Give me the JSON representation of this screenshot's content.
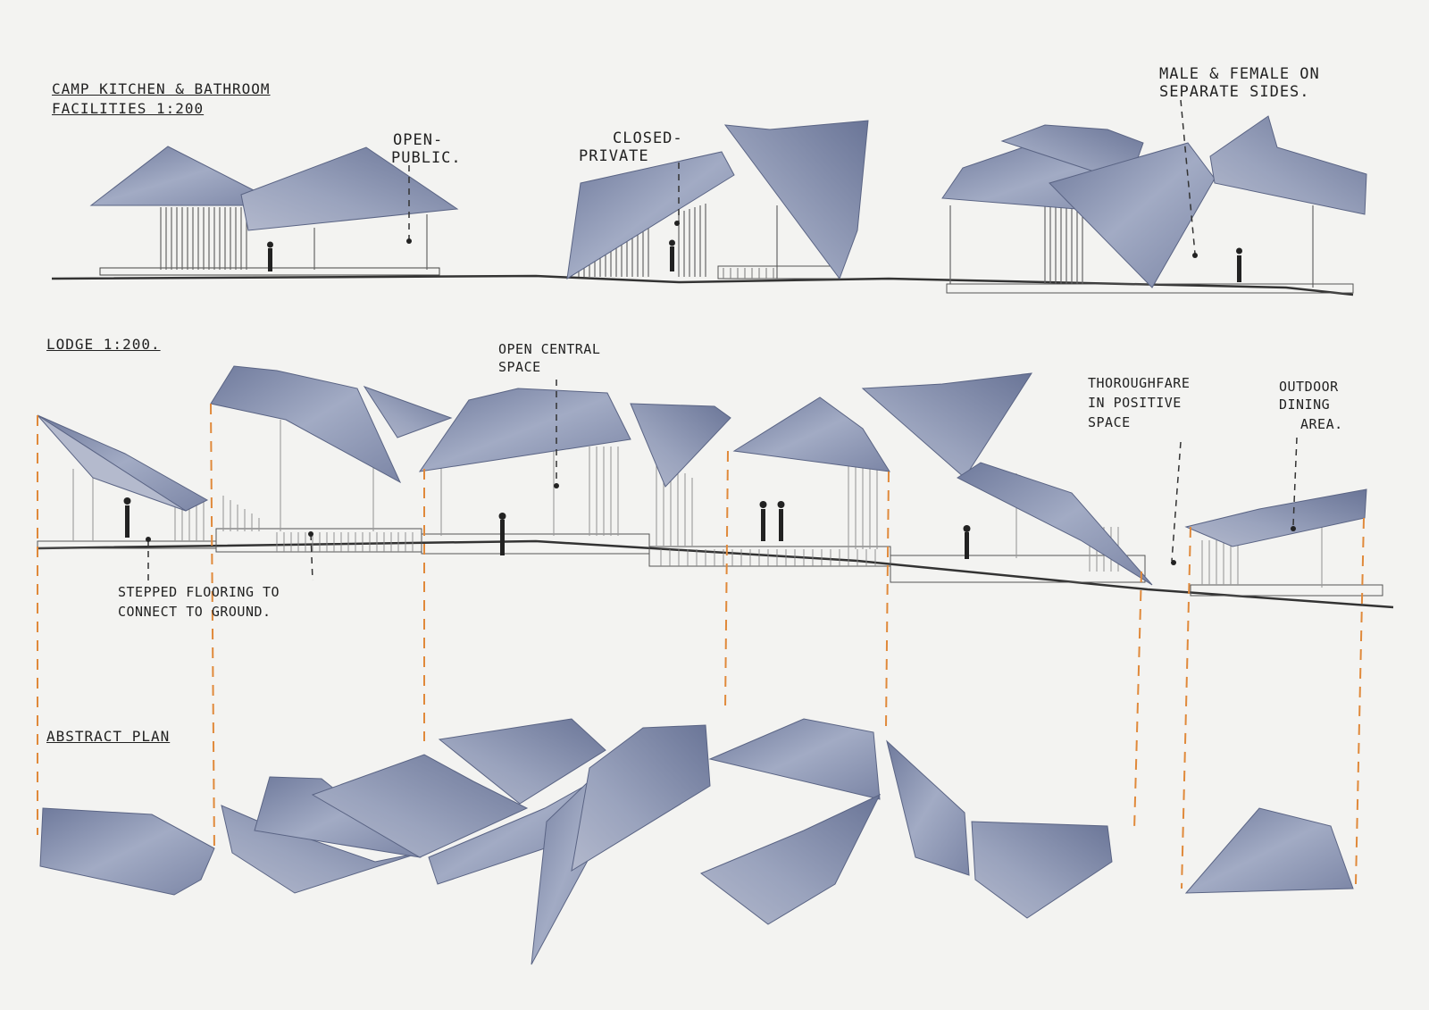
{
  "sheet": {
    "background": "#f3f3f1",
    "roof_color": "#8791ad",
    "roof_edge_color": "#5a6484",
    "ground_color": "#333333",
    "guide_color": "#e0893a"
  },
  "titles": {
    "camp_line1": "CAMP KITCHEN & BATHROOM",
    "camp_line2": "FACILITIES 1:200",
    "lodge": "LODGE 1:200.",
    "abstract_plan": "ABSTRACT PLAN"
  },
  "annotations": {
    "open_public_1": "OPEN-",
    "open_public_2": "PUBLIC.",
    "closed_private_1": "CLOSED-",
    "closed_private_2": "PRIVATE",
    "male_female_1": "MALE & FEMALE ON",
    "male_female_2": "SEPARATE SIDES.",
    "open_central_1": "OPEN CENTRAL",
    "open_central_2": "SPACE",
    "thoroughfare_1": "THOROUGHFARE",
    "thoroughfare_2": "IN POSITIVE",
    "thoroughfare_3": "SPACE",
    "outdoor_1": "OUTDOOR",
    "outdoor_2": "DINING",
    "outdoor_3": "AREA.",
    "stepped_1": "STEPPED FLOORING TO",
    "stepped_2": "CONNECT TO GROUND."
  }
}
